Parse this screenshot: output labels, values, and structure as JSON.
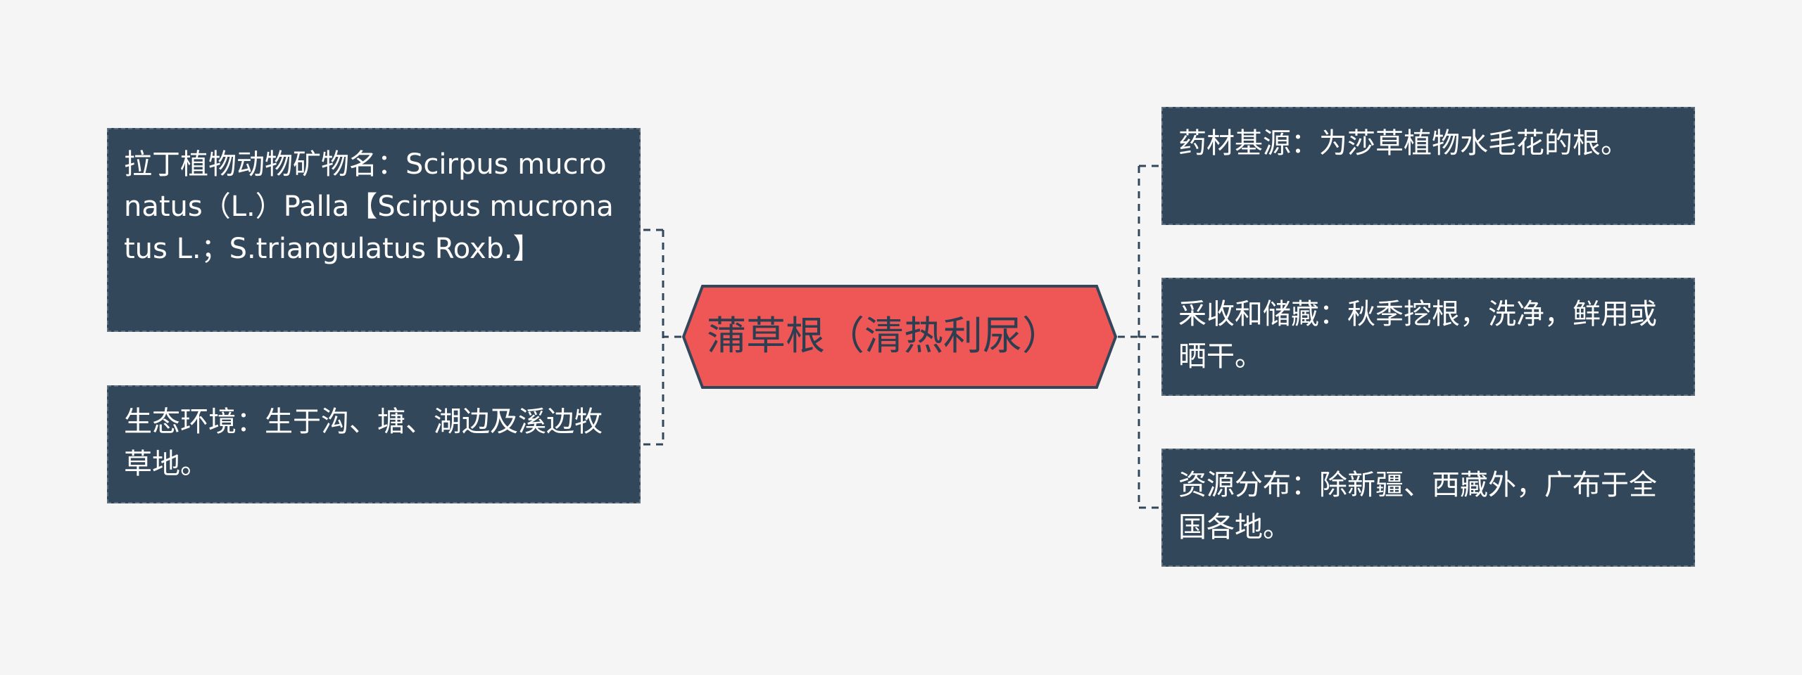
{
  "colors": {
    "background": "#f5f5f5",
    "node_fill": "#33475b",
    "center_fill": "#ef5656",
    "center_border": "#33475b",
    "connector": "#33475b"
  },
  "center": {
    "label": "蒲草根（清热利尿）"
  },
  "left_nodes": [
    {
      "text": "拉丁植物动物矿物名：Scirpus mucronatus（L.）Palla【Scirpus mucronatus L.；S.triangulatus Roxb.】"
    },
    {
      "text": "生态环境：生于沟、塘、湖边及溪边牧草地。"
    }
  ],
  "right_nodes": [
    {
      "text": "药材基源：为莎草植物水毛花的根。"
    },
    {
      "text": "采收和储藏：秋季挖根，洗净，鲜用或晒干。"
    },
    {
      "text": "资源分布：除新疆、西藏外，广布于全国各地。"
    }
  ]
}
